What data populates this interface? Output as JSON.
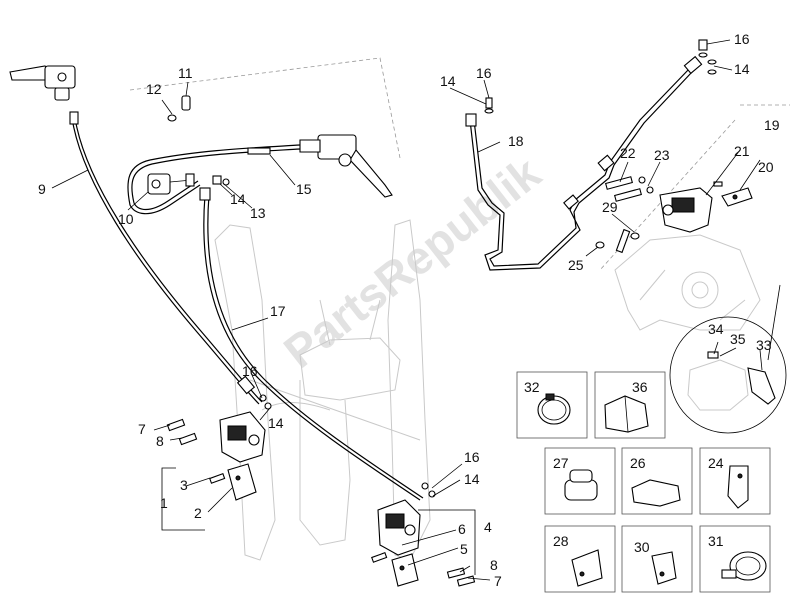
{
  "watermark": "PartsRepublik",
  "callouts": [
    {
      "id": "c1",
      "label": "1"
    },
    {
      "id": "c2",
      "label": "2"
    },
    {
      "id": "c3",
      "label": "3"
    },
    {
      "id": "c4",
      "label": "4"
    },
    {
      "id": "c5",
      "label": "5"
    },
    {
      "id": "c6",
      "label": "6"
    },
    {
      "id": "c7a",
      "label": "7"
    },
    {
      "id": "c7b",
      "label": "7"
    },
    {
      "id": "c8a",
      "label": "8"
    },
    {
      "id": "c8b",
      "label": "8"
    },
    {
      "id": "c9",
      "label": "9"
    },
    {
      "id": "c10",
      "label": "10"
    },
    {
      "id": "c11",
      "label": "11"
    },
    {
      "id": "c12",
      "label": "12"
    },
    {
      "id": "c13",
      "label": "13"
    },
    {
      "id": "c14a",
      "label": "14"
    },
    {
      "id": "c14b",
      "label": "14"
    },
    {
      "id": "c14c",
      "label": "14"
    },
    {
      "id": "c14d",
      "label": "14"
    },
    {
      "id": "c14e",
      "label": "14"
    },
    {
      "id": "c15",
      "label": "15"
    },
    {
      "id": "c16a",
      "label": "16"
    },
    {
      "id": "c16b",
      "label": "16"
    },
    {
      "id": "c16c",
      "label": "16"
    },
    {
      "id": "c16d",
      "label": "16"
    },
    {
      "id": "c17",
      "label": "17"
    },
    {
      "id": "c18",
      "label": "18"
    },
    {
      "id": "c19",
      "label": "19"
    },
    {
      "id": "c20",
      "label": "20"
    },
    {
      "id": "c21",
      "label": "21"
    },
    {
      "id": "c22",
      "label": "22"
    },
    {
      "id": "c23",
      "label": "23"
    },
    {
      "id": "c24",
      "label": "24"
    },
    {
      "id": "c25",
      "label": "25"
    },
    {
      "id": "c26",
      "label": "26"
    },
    {
      "id": "c27",
      "label": "27"
    },
    {
      "id": "c28",
      "label": "28"
    },
    {
      "id": "c29",
      "label": "29"
    },
    {
      "id": "c30",
      "label": "30"
    },
    {
      "id": "c31",
      "label": "31"
    },
    {
      "id": "c32",
      "label": "32"
    },
    {
      "id": "c33",
      "label": "33"
    },
    {
      "id": "c34",
      "label": "34"
    },
    {
      "id": "c35",
      "label": "35"
    },
    {
      "id": "c36",
      "label": "36"
    }
  ]
}
